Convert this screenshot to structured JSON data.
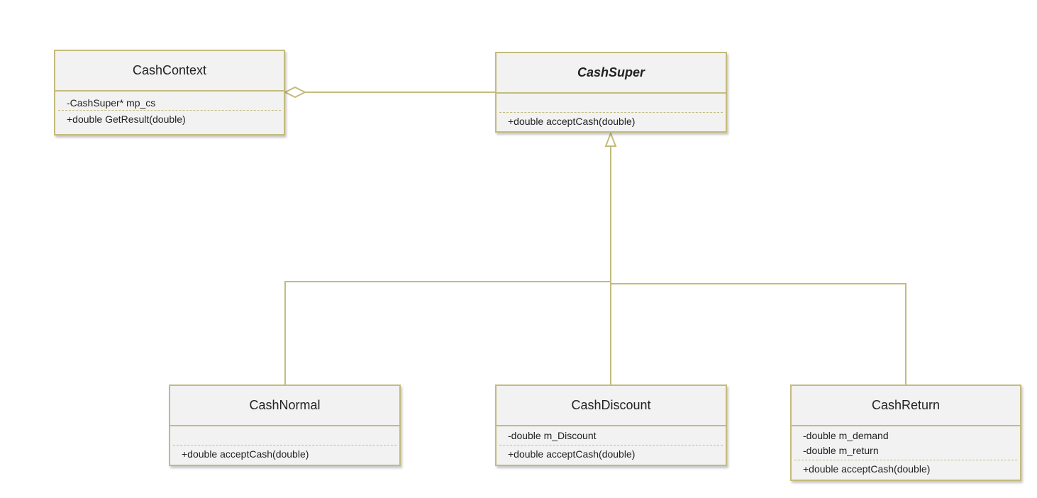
{
  "diagram": {
    "colors": {
      "border": "#c4bb7c",
      "fill": "#f2f2f2",
      "text": "#222222"
    },
    "classes": {
      "cash_context": {
        "name": "CashContext",
        "attributes": [
          "-CashSuper* mp_cs"
        ],
        "methods": [
          "+double GetResult(double)"
        ]
      },
      "cash_super": {
        "name": "CashSuper",
        "abstract": true,
        "attributes": [],
        "methods": [
          "+double acceptCash(double)"
        ]
      },
      "cash_normal": {
        "name": "CashNormal",
        "attributes": [],
        "methods": [
          "+double acceptCash(double)"
        ]
      },
      "cash_discount": {
        "name": "CashDiscount",
        "attributes": [
          "-double m_Discount"
        ],
        "methods": [
          "+double acceptCash(double)"
        ]
      },
      "cash_return": {
        "name": "CashReturn",
        "attributes": [
          "-double m_demand",
          "-double m_return"
        ],
        "methods": [
          "+double acceptCash(double)"
        ]
      }
    },
    "relations": [
      {
        "type": "aggregation",
        "from": "CashContext",
        "to": "CashSuper"
      },
      {
        "type": "generalization",
        "from": "CashNormal",
        "to": "CashSuper"
      },
      {
        "type": "generalization",
        "from": "CashDiscount",
        "to": "CashSuper"
      },
      {
        "type": "generalization",
        "from": "CashReturn",
        "to": "CashSuper"
      }
    ]
  }
}
